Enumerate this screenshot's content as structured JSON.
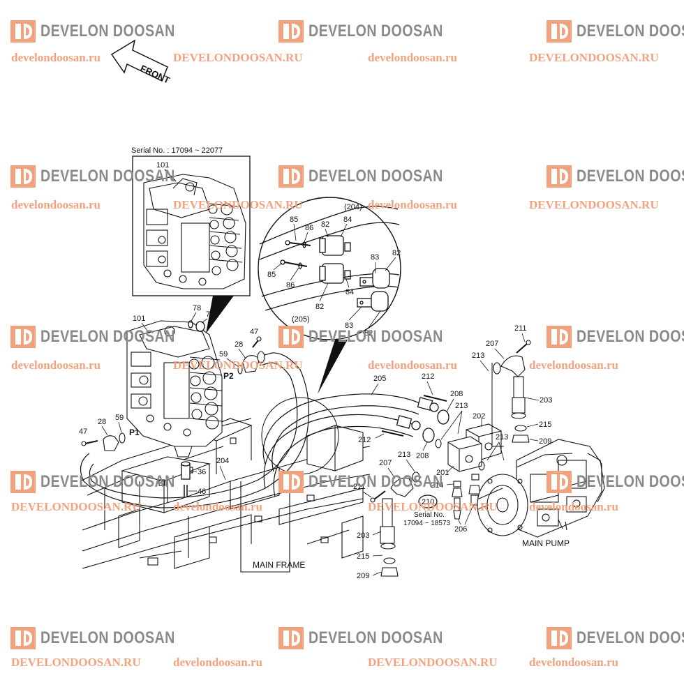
{
  "watermark": {
    "brand": "DEVELON DOOSAN",
    "urls": [
      "develondoosan.ru",
      "DEVELONDOOSAN.RU",
      "develondoosan.ru",
      "DEVELONDOOSAN.RU",
      "develondoosan.ru",
      "DEVELONDOOSAN.RU",
      "develondoosan.ru",
      "DEVELONDOOSAN.RU",
      "develondoosan.ru",
      "DEVELONDOOSAN.RU",
      "develondoosan.ru",
      "develondoosan.ru",
      "DEVELONDOOSAN.RU",
      "develondoosan.ru",
      "DEVELONDOOSAN.RU",
      "develondoosan.ru",
      "DEVELONDOOSAN.RU",
      "develondoosan.ru",
      "DEVELONDOOSAN.RU",
      "develondoosan.ru",
      "develondoosan.ru",
      "DEVELONDOOSAN.RU",
      "develondoosan.ru",
      "DEVELONDOOSAN.RU"
    ],
    "colors": {
      "logo": "#f2a27e",
      "brand_text": "#8a8a8a",
      "url": "#f2a27e"
    }
  },
  "diagram": {
    "front_label": "FRONT",
    "inset_serial": "Serial No. : 17094 ~ 22077",
    "serial_note_line1": "Serial No.",
    "serial_note_line2": "17094 ~ 18573",
    "main_frame": "MAIN FRAME",
    "main_pump": "MAIN PUMP",
    "ports": {
      "p1": "P1",
      "p2": "P2"
    },
    "callouts": {
      "inset_101": "101",
      "mcv_101": "101",
      "c78": "78",
      "c77": "77",
      "c47_top": "47",
      "c28_top": "28",
      "c59_top": "59",
      "c47_left": "47",
      "c28_left": "28",
      "c59_left": "59",
      "c36": "36",
      "c46": "46",
      "c204": "204",
      "d204": "(204)",
      "d205": "(205)",
      "d85a": "85",
      "d86a": "86",
      "d82a": "82",
      "d84a": "84",
      "d85b": "85",
      "d86b": "86",
      "d82b": "82",
      "d84b": "84",
      "d83a": "83",
      "d82c": "82",
      "d83b": "83",
      "d82d": "82",
      "c205": "205",
      "c212a": "212",
      "c212b": "212",
      "c208a": "208",
      "c208b": "208",
      "c213a": "213",
      "c213b": "213",
      "c213c": "213",
      "c213d": "213",
      "c202": "202",
      "c201": "201",
      "c207a": "207",
      "c207b": "207",
      "c211a": "211",
      "c211b": "211",
      "c203a": "203",
      "c203b": "203",
      "c215a": "215",
      "c215b": "215",
      "c209a": "209",
      "c209b": "209",
      "c214": "214",
      "c210": "210",
      "c206": "206"
    }
  }
}
